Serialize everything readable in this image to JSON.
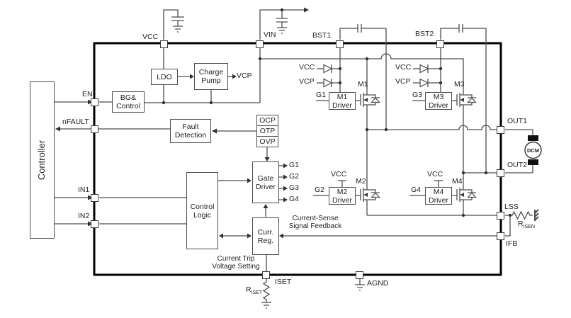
{
  "diagram": {
    "pins": {
      "vcc": "VCC",
      "vin": "VIN",
      "bst1": "BST1",
      "bst2": "BST2",
      "en": "EN",
      "nfault": "nFAULT",
      "in1": "IN1",
      "in2": "IN2",
      "out1": "OUT1",
      "out2": "OUT2",
      "lss": "LSS",
      "ifb": "IFB",
      "iset": "ISET",
      "agnd": "AGND"
    },
    "blocks": {
      "controller": "Controller",
      "ldo": "LDO",
      "charge_pump": {
        "line1": "Charge",
        "line2": "Pump"
      },
      "bg_control": {
        "line1": "BG&",
        "line2": "Control"
      },
      "fault_detection": {
        "line1": "Fault",
        "line2": "Detection"
      },
      "ocp": "OCP",
      "otp": "OTP",
      "ovp": "OVP",
      "gate_driver": {
        "line1": "Gate",
        "line2": "Driver"
      },
      "control_logic": {
        "line1": "Control",
        "line2": "Logic"
      },
      "curr_reg": {
        "line1": "Curr.",
        "line2": "Reg."
      },
      "m1_driver": {
        "line1": "M1",
        "line2": "Driver"
      },
      "m2_driver": {
        "line1": "M2",
        "line2": "Driver"
      },
      "m3_driver": {
        "line1": "M3",
        "line2": "Driver"
      },
      "m4_driver": {
        "line1": "M4",
        "line2": "Driver"
      }
    },
    "signals": {
      "vcp": "VCP",
      "vcc": "VCC",
      "g1": "G1",
      "g2": "G2",
      "g3": "G3",
      "g4": "G4",
      "m1": "M1",
      "m2": "M2",
      "m3": "M3",
      "m4": "M4"
    },
    "annotations": {
      "current_sense": {
        "line1": "Current-Sense",
        "line2": "Signal Feedback"
      },
      "current_trip": {
        "line1": "Current Trip",
        "line2": "Voltage Setting"
      }
    },
    "components": {
      "motor": "DCM",
      "r_isen": {
        "base": "R",
        "sub": "ISEN"
      },
      "r_iset": {
        "base": "R",
        "sub": "ISET"
      }
    },
    "colors": {
      "wire": "#4d4d4d",
      "chip_border": "#000000",
      "text": "#1f1f1f"
    }
  }
}
